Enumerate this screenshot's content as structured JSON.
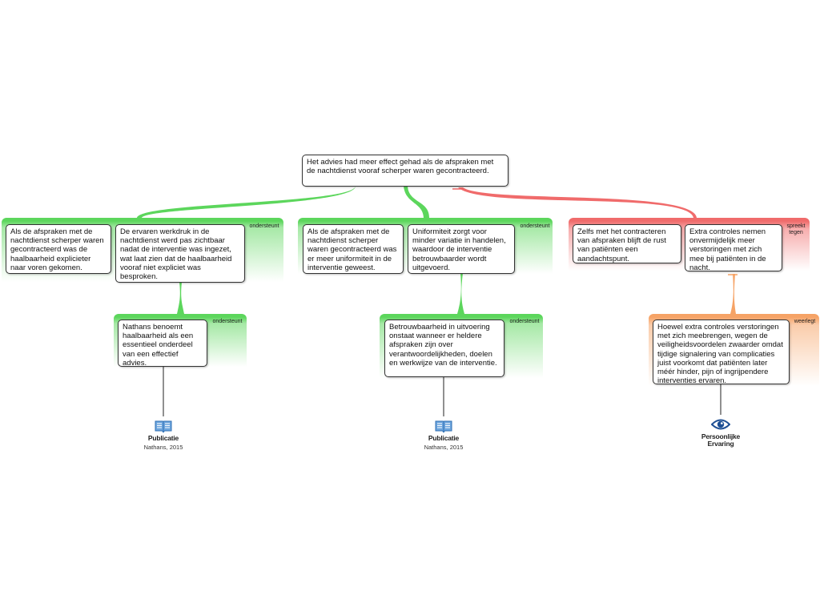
{
  "root": {
    "text": "Het advies had meer effect gehad als de afspraken met de nachtdienst vooraf scherper waren gecontracteerd."
  },
  "groups": [
    {
      "relation": "ondersteunt",
      "color": "#5cd65c",
      "boxes": [
        "Als de afspraken met de nachtdienst scherper waren gecontracteerd was de haalbaarheid explicieter naar voren gekomen.",
        "De ervaren werkdruk in de nachtdienst werd pas zichtbaar nadat de interventie was ingezet, wat laat zien dat de haalbaarheid vooraf niet expliciet was besproken."
      ]
    },
    {
      "relation": "ondersteunt",
      "color": "#5cd65c",
      "boxes": [
        "Als de afspraken met de nachtdienst scherper waren gecontracteerd was er meer uniformiteit in de interventie geweest.",
        "Uniformiteit zorgt voor minder variatie in handelen, waardoor de interventie betrouwbaarder wordt uitgevoerd."
      ]
    },
    {
      "relation": "spreekt tegen",
      "color": "#f06b6b",
      "boxes": [
        "Zelfs met het contracteren van afspraken blijft de rust van patiënten een aandachtspunt.",
        "Extra controles nemen onvermijdelijk meer verstoringen met zich mee bij patiënten in de nacht."
      ]
    }
  ],
  "evidence": [
    {
      "relation": "ondersteunt",
      "color": "#5cd65c",
      "text": "Nathans benoemt haalbaarheid als een essentieel onderdeel van een effectief advies.",
      "source": {
        "icon": "book-icon",
        "title": "Publicatie",
        "subtitle": "Nathans, 2015"
      }
    },
    {
      "relation": "ondersteunt",
      "color": "#5cd65c",
      "text": "Betrouwbaarheid in uitvoering onstaat wanneer er heldere afspraken zijn over verantwoordelijkheden, doelen en werkwijze van de interventie.",
      "source": {
        "icon": "book-icon",
        "title": "Publicatie",
        "subtitle": "Nathans, 2015"
      }
    },
    {
      "relation": "weerlegt",
      "color": "#f6a366",
      "text": "Hoewel extra controles verstoringen met zich meebrengen, wegen de veiligheidsvoordelen zwaarder omdat tijdige signalering van complicaties juist voorkomt dat patiënten later méér hinder, pijn of ingrijpendere interventies ervaren.",
      "source": {
        "icon": "eye-icon",
        "title": "Persoonlijke Ervaring",
        "subtitle": ""
      }
    }
  ]
}
